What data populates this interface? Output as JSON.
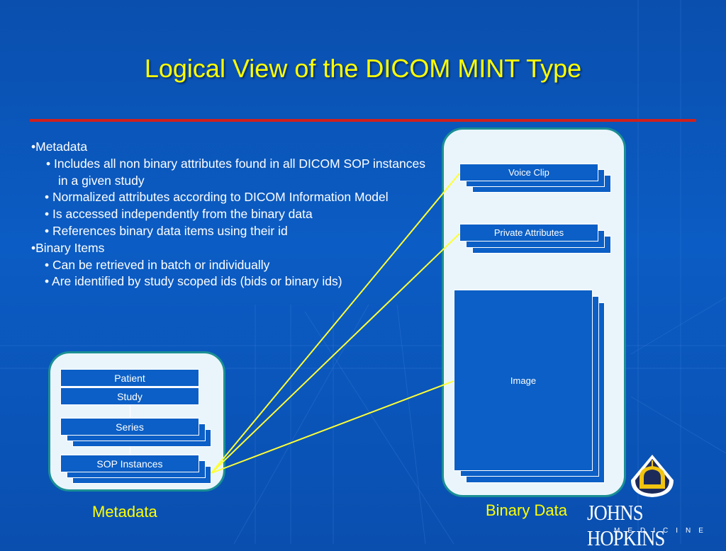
{
  "title": "Logical View of the DICOM MINT Type",
  "bullets": [
    {
      "level": 1,
      "text": "•Metadata"
    },
    {
      "level": 2,
      "text": "•  Includes all non binary attributes found in all DICOM SOP instances in a given study"
    },
    {
      "level": 2,
      "text": "• Normalized attributes according to DICOM Information Model"
    },
    {
      "level": 2,
      "text": "• Is accessed independently from the binary data"
    },
    {
      "level": 2,
      "text": "• References binary data items using their id"
    },
    {
      "level": 1,
      "text": "•Binary Items"
    },
    {
      "level": 2,
      "text": "• Can be retrieved in batch or individually"
    },
    {
      "level": 2,
      "text": "• Are identified by study scoped ids (bids or binary ids)"
    }
  ],
  "metadata_panel": {
    "caption": "Metadata",
    "patient": "Patient",
    "study": "Study",
    "series": "Series",
    "sop_instances": "SOP Instances"
  },
  "binary_panel": {
    "caption": "Binary Data",
    "voice_clip": "Voice Clip",
    "private_attributes": "Private Attributes",
    "image": "Image"
  },
  "logo": {
    "name": "JOHNS HOPKINS",
    "sub": "MEDICINE"
  },
  "colors": {
    "background": "#0b5cc4",
    "title": "#ffff00",
    "rule": "#d0201c",
    "box": "#0b5fc6",
    "panel": "#eaf5fb",
    "panel_border": "#1a8f94",
    "connector": "#ffff33"
  }
}
